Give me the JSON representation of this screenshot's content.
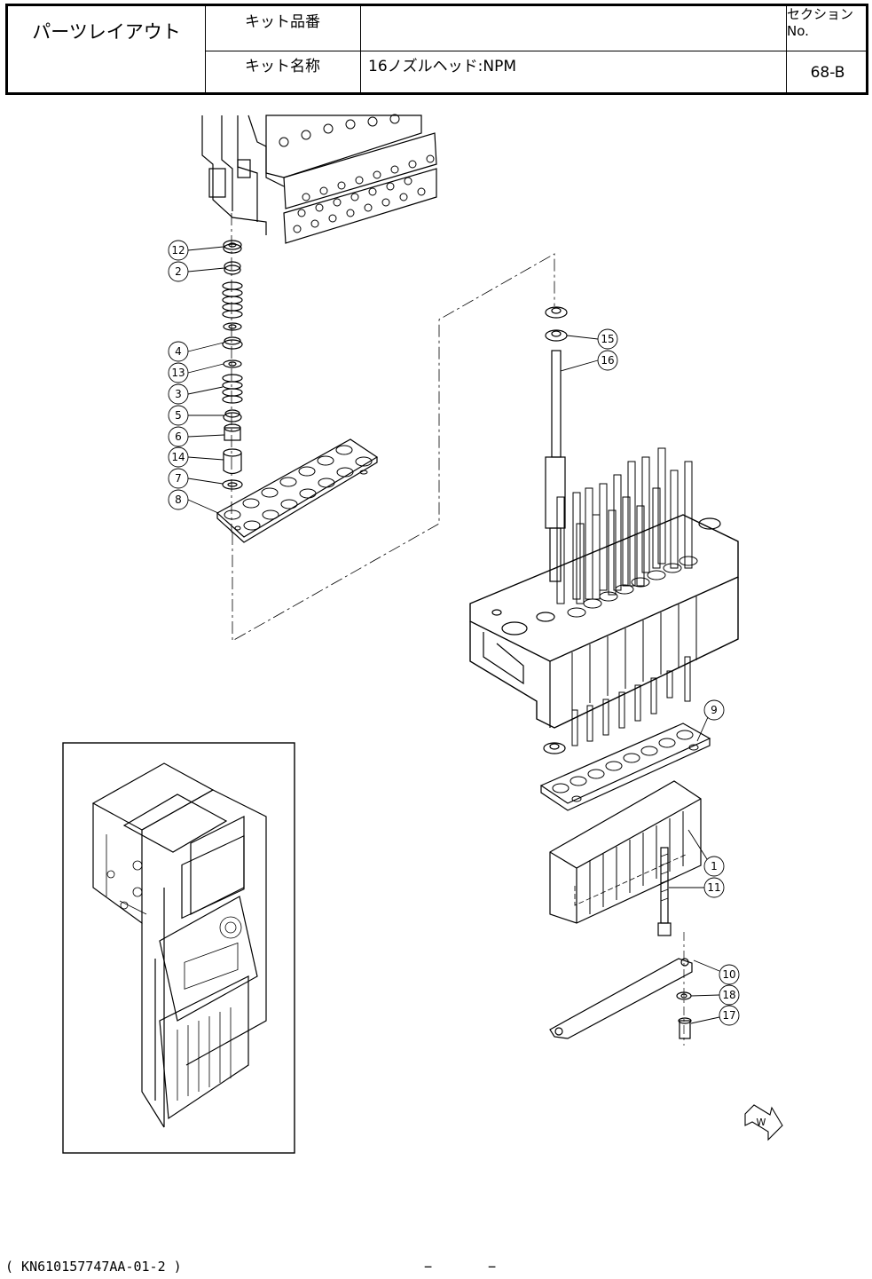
{
  "header": {
    "title": "パーツレイアウト",
    "kit_number_label": "キット品番",
    "kit_number_value": "",
    "kit_name_label": "キット名称",
    "kit_name_value": "16ノズルヘッド:NPM",
    "section_label": "セクションNo.",
    "section_value": "68-B"
  },
  "callouts": {
    "c12": "12",
    "c2": "2",
    "c4": "4",
    "c13": "13",
    "c3": "3",
    "c5": "5",
    "c6": "6",
    "c14": "14",
    "c7": "7",
    "c8": "8",
    "c15": "15",
    "c16": "16",
    "c9": "9",
    "c1": "1",
    "c11": "11",
    "c10": "10",
    "c18": "18",
    "c17": "17"
  },
  "direction_label": "W",
  "footer": {
    "doc_code": "( KN610157747AA-01-2 )",
    "page_dash_left": "−",
    "page_dash_right": "−"
  }
}
